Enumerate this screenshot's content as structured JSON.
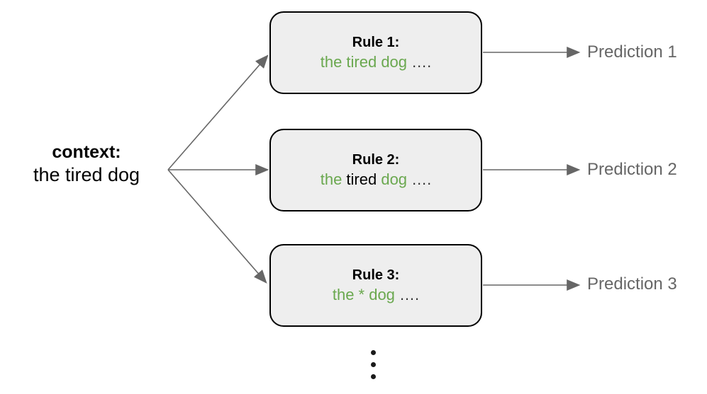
{
  "context": {
    "title": "context:",
    "text": "the tired dog"
  },
  "rules": [
    {
      "title": "Rule 1:",
      "prediction": "Prediction 1",
      "segments": [
        {
          "text": "the tired dog",
          "color": "#6aa84f"
        },
        {
          "text": " ….",
          "color": "#333333"
        }
      ]
    },
    {
      "title": "Rule 2:",
      "prediction": "Prediction 2",
      "segments": [
        {
          "text": "the ",
          "color": "#6aa84f"
        },
        {
          "text": "tired",
          "color": "#000000"
        },
        {
          "text": " dog",
          "color": "#6aa84f"
        },
        {
          "text": " ….",
          "color": "#333333"
        }
      ]
    },
    {
      "title": "Rule 3:",
      "prediction": "Prediction 3",
      "segments": [
        {
          "text": "the * dog",
          "color": "#6aa84f"
        },
        {
          "text": " ….",
          "color": "#333333"
        }
      ]
    }
  ],
  "ellipsis_symbol": "⋮",
  "colors": {
    "accent_green": "#6aa84f",
    "arrow_gray": "#666666",
    "prediction_gray": "#666666",
    "box_fill": "#eeeeee",
    "box_border": "#000000",
    "dots_dark": "#333333"
  }
}
